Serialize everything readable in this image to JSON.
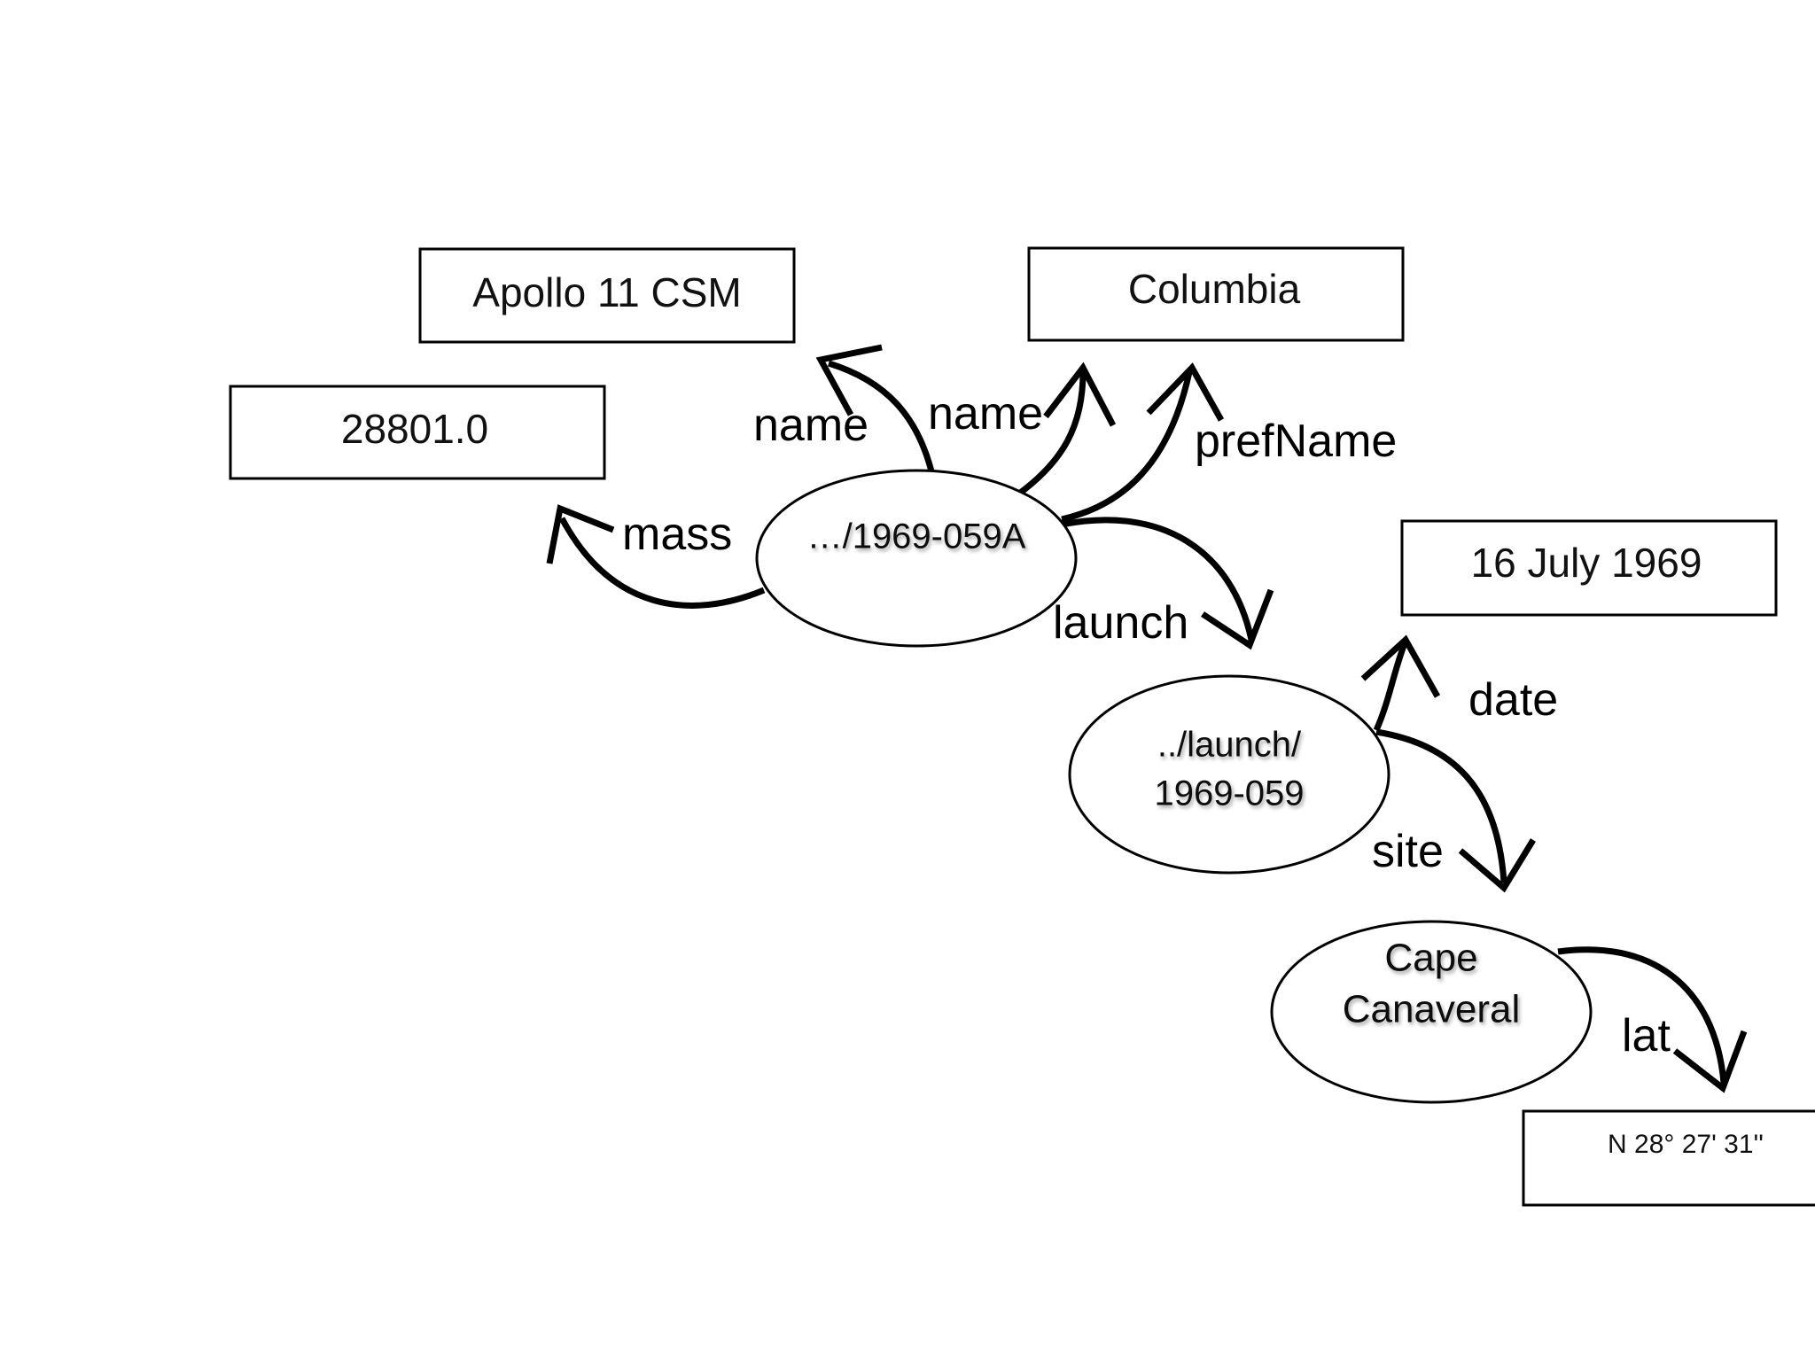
{
  "resource_nodes": {
    "craft": "…/1969-059A",
    "launch_line1": "../launch/",
    "launch_line2": "1969-059",
    "site_line1": "Cape",
    "site_line2": "Canaveral"
  },
  "literal_nodes": {
    "name_literal": "Apollo 11 CSM",
    "columbia": "Columbia",
    "mass_value": "28801.0",
    "launch_date": "16 July 1969",
    "latitude": "N 28° 27' 31''"
  },
  "edge_labels": {
    "name_1": "name",
    "name_2": "name",
    "pref_name": "prefName",
    "mass": "mass",
    "launch": "launch",
    "date": "date",
    "site": "site",
    "lat": "lat"
  },
  "colors": {
    "stroke": "#000000",
    "background": "#ffffff"
  }
}
